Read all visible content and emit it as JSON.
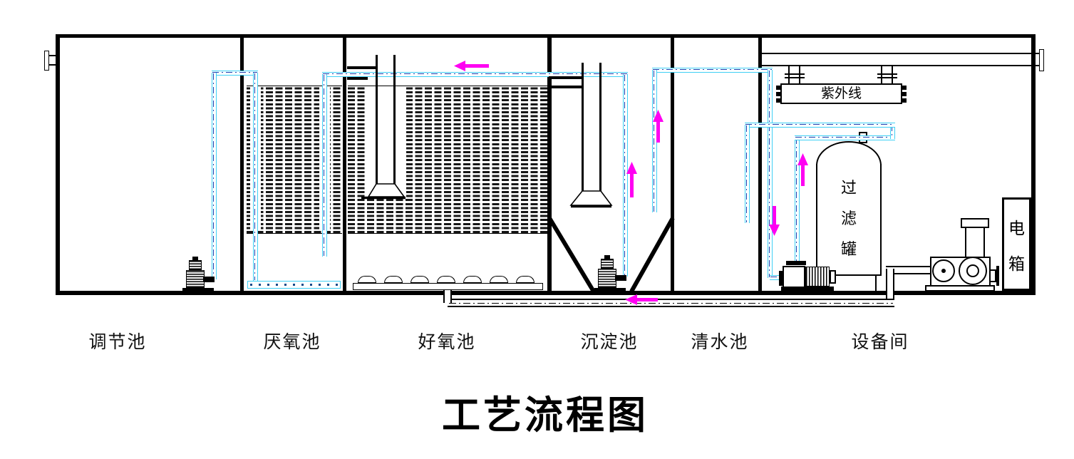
{
  "title": "工艺流程图",
  "tank_labels": [
    "调节池",
    "厌氧池",
    "好氧池",
    "沉淀池",
    "清水池",
    "设备间"
  ],
  "equipment": {
    "uv_label": "紫外线",
    "filter_tank_chars": [
      "过",
      "滤",
      "罐"
    ],
    "electric_box_chars": [
      "电",
      "箱"
    ]
  },
  "flow_arrows": [
    {
      "location": "aerobic-tank-top-return-line",
      "direction": "left"
    },
    {
      "location": "sedimentation-effluent-riser",
      "direction": "up"
    },
    {
      "location": "sludge-return-riser",
      "direction": "up"
    },
    {
      "location": "underfloor-air-line",
      "direction": "left"
    },
    {
      "location": "equipment-room-suction-drop",
      "direction": "down"
    },
    {
      "location": "pump-discharge-riser",
      "direction": "up"
    }
  ],
  "colors": {
    "pipe": "#3fd0f5",
    "pipe_centerline": "#1b3fae",
    "arrow": "#ff00f2",
    "line": "#000000"
  }
}
